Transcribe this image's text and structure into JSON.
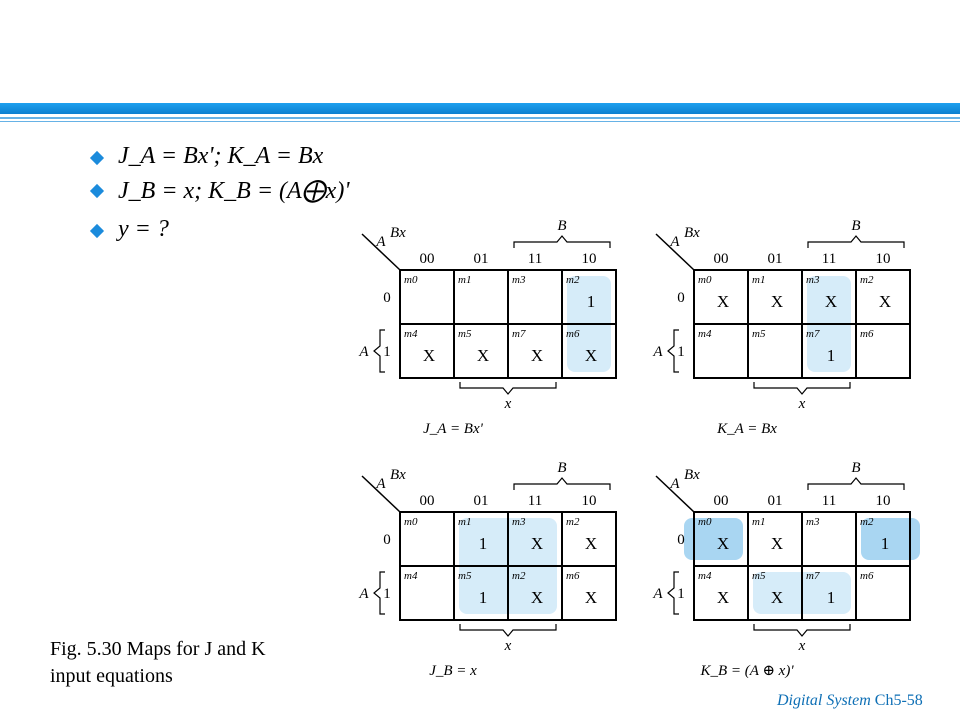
{
  "bullets": [
    "J_A = Bx'; K_A = Bx",
    "J_B = x; K_B = (A⨁x)'",
    "y = ?"
  ],
  "caption": {
    "line1": "Fig. 5.30 Maps for J and K",
    "line2": "input equations"
  },
  "footer": {
    "course": "Digital System",
    "page": "Ch5-58"
  },
  "colors": {
    "accent": "#1b8bdc",
    "highlight_light": "#d6ecf9",
    "highlight_dark": "#a9d6f2"
  },
  "maps": [
    {
      "title": "J_A = Bx'",
      "row_var": "A",
      "col_var": "Bx",
      "top_var": "B",
      "side_var": "A",
      "bottom_var": "x",
      "col_labels": [
        "00",
        "01",
        "11",
        "10"
      ],
      "row_labels": [
        "0",
        "1"
      ],
      "minterms": [
        [
          "m0",
          "m1",
          "m3",
          "m2"
        ],
        [
          "m4",
          "m5",
          "m7",
          "m6"
        ]
      ],
      "cells": [
        [
          "",
          "",
          "",
          "1"
        ],
        [
          "X",
          "X",
          "X",
          "X"
        ]
      ],
      "groups": [
        {
          "cells": [
            [
              0,
              3
            ],
            [
              1,
              3
            ]
          ],
          "shade": "light"
        }
      ]
    },
    {
      "title": "K_A = Bx",
      "row_var": "A",
      "col_var": "Bx",
      "top_var": "B",
      "side_var": "A",
      "bottom_var": "x",
      "col_labels": [
        "00",
        "01",
        "11",
        "10"
      ],
      "row_labels": [
        "0",
        "1"
      ],
      "minterms": [
        [
          "m0",
          "m1",
          "m3",
          "m2"
        ],
        [
          "m4",
          "m5",
          "m7",
          "m6"
        ]
      ],
      "cells": [
        [
          "X",
          "X",
          "X",
          "X"
        ],
        [
          "",
          "",
          "1",
          ""
        ]
      ],
      "groups": [
        {
          "cells": [
            [
              0,
              2
            ],
            [
              1,
              2
            ]
          ],
          "shade": "light"
        }
      ]
    },
    {
      "title": "J_B = x",
      "row_var": "A",
      "col_var": "Bx",
      "top_var": "B",
      "side_var": "A",
      "bottom_var": "x",
      "col_labels": [
        "00",
        "01",
        "11",
        "10"
      ],
      "row_labels": [
        "0",
        "1"
      ],
      "minterms": [
        [
          "m0",
          "m1",
          "m3",
          "m2"
        ],
        [
          "m4",
          "m5",
          "m2",
          "m6"
        ]
      ],
      "cells": [
        [
          "",
          "1",
          "X",
          "X"
        ],
        [
          "",
          "1",
          "X",
          "X"
        ]
      ],
      "groups": [
        {
          "cells": [
            [
              0,
              1
            ],
            [
              0,
              2
            ],
            [
              1,
              1
            ],
            [
              1,
              2
            ]
          ],
          "shade": "light"
        }
      ]
    },
    {
      "title": "K_B = (A ⊕ x)'",
      "row_var": "A",
      "col_var": "Bx",
      "top_var": "B",
      "side_var": "A",
      "bottom_var": "x",
      "col_labels": [
        "00",
        "01",
        "11",
        "10"
      ],
      "row_labels": [
        "0",
        "1"
      ],
      "minterms": [
        [
          "m0",
          "m1",
          "m3",
          "m2"
        ],
        [
          "m4",
          "m5",
          "m7",
          "m6"
        ]
      ],
      "cells": [
        [
          "X",
          "X",
          "",
          "1"
        ],
        [
          "X",
          "X",
          "1",
          ""
        ]
      ],
      "groups": [
        {
          "cells": [
            [
              0,
              0
            ]
          ],
          "shade": "dark",
          "wrap": "left"
        },
        {
          "cells": [
            [
              0,
              3
            ]
          ],
          "shade": "dark",
          "wrap": "right"
        },
        {
          "cells": [
            [
              1,
              1
            ],
            [
              1,
              2
            ]
          ],
          "shade": "light"
        }
      ]
    }
  ]
}
